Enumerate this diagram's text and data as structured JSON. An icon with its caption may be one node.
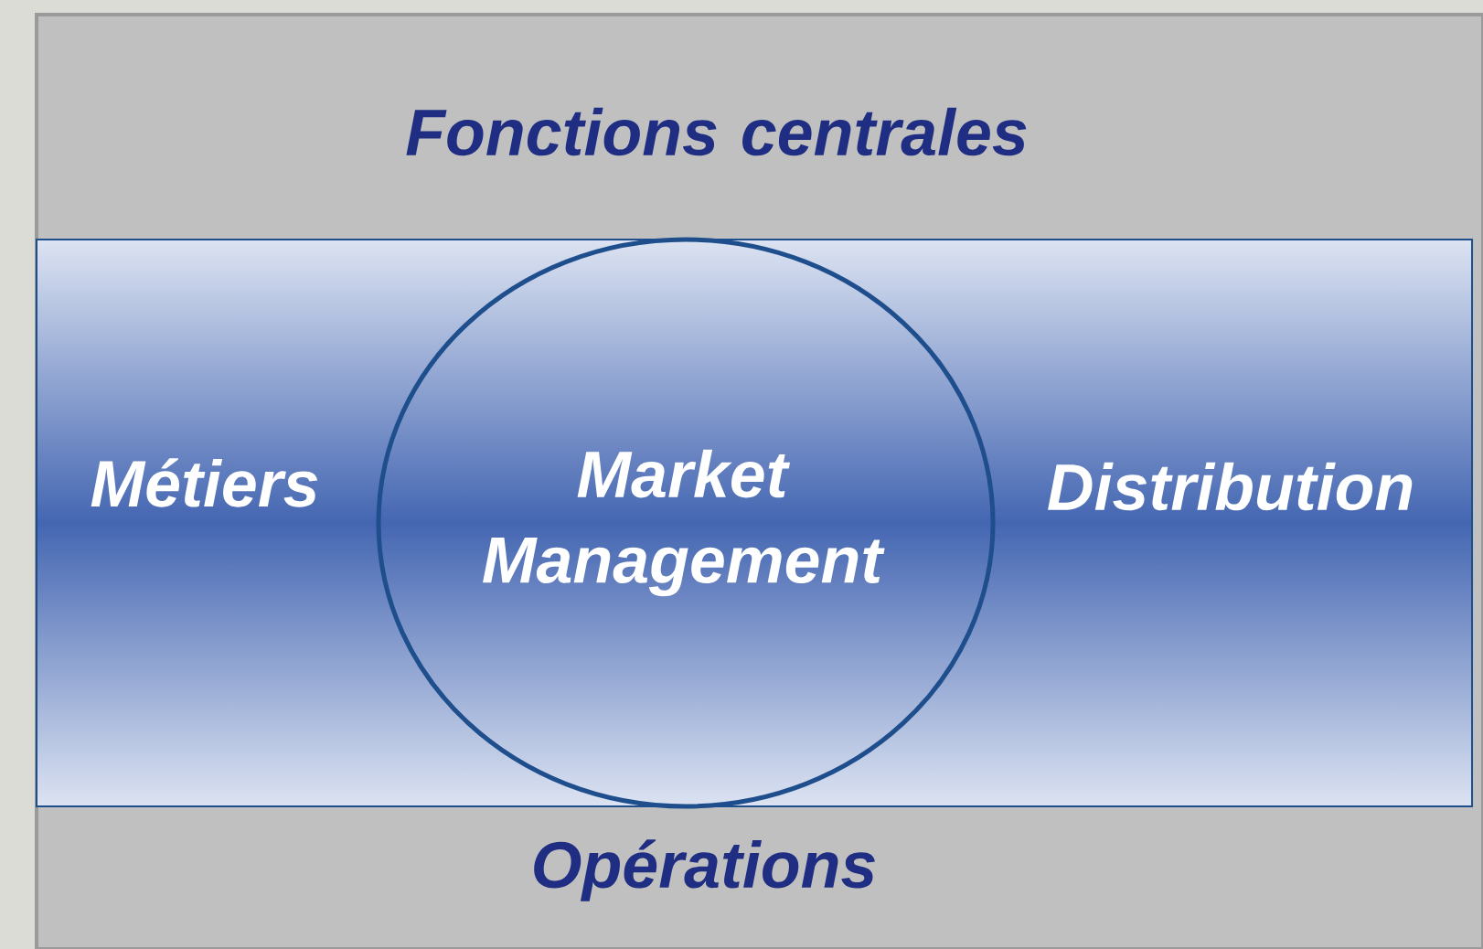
{
  "diagram": {
    "nodes": [
      {
        "text": [
          "Fonctions centrales",
          "Opérations"
        ]
      },
      {
        "text": [
          "Métiers",
          "Distribution"
        ],
        "in": 0
      },
      {
        "text": [
          "Market Management"
        ],
        "in": 1
      }
    ]
  }
}
